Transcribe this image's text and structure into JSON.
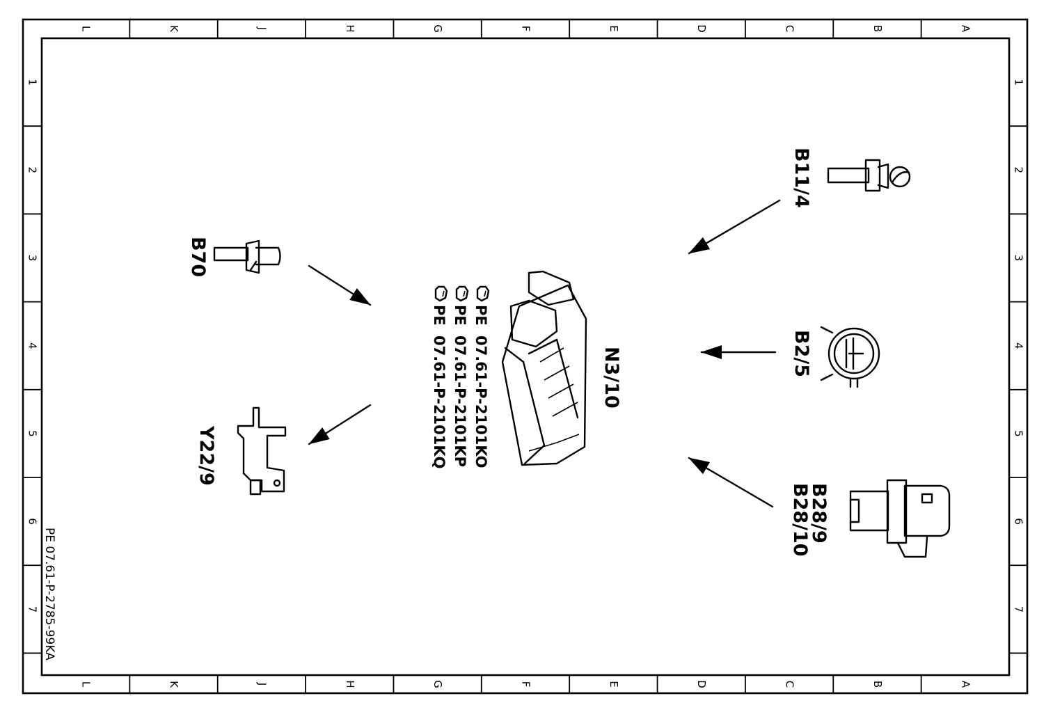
{
  "frame": {
    "letters": [
      "L",
      "K",
      "J",
      "H",
      "G",
      "F",
      "E",
      "D",
      "C",
      "B",
      "A"
    ],
    "numbers": [
      "1",
      "2",
      "3",
      "4",
      "5",
      "6",
      "7"
    ]
  },
  "components": {
    "b11_4": {
      "label": "B11/4"
    },
    "b2_5": {
      "label": "B2/5"
    },
    "b28": {
      "label_1": "B28/9",
      "label_2": "B28/10"
    },
    "b70": {
      "label": "B70"
    },
    "y22_9": {
      "label": "Y22/9"
    },
    "n3_10": {
      "label": "N3/10"
    }
  },
  "references": [
    {
      "prefix": "PE",
      "text": "07.61-P-2101KO"
    },
    {
      "prefix": "PE",
      "text": "07.61-P-2101KP"
    },
    {
      "prefix": "PE",
      "text": "07.61-P-2101KQ"
    }
  ],
  "document_number": "PE 07.61-P-2785-99KA"
}
